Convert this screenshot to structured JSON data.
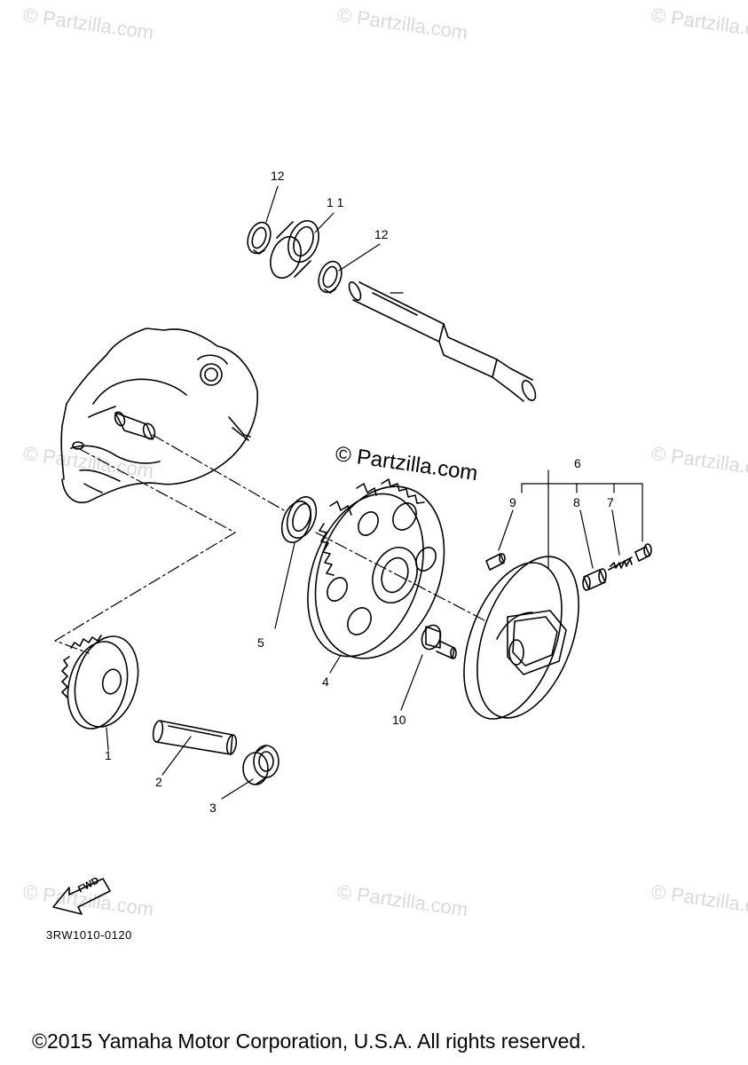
{
  "watermark": {
    "text": "© Partzilla.com"
  },
  "diagram": {
    "callouts": {
      "p1": "1",
      "p2": "2",
      "p3": "3",
      "p4": "4",
      "p5": "5",
      "p6": "6",
      "p7": "7",
      "p8": "8",
      "p9": "9",
      "p10": "10",
      "p11": "1 1",
      "p12a": "12",
      "p12b": "12"
    },
    "fwd_label": "FWD",
    "reference_code": "3RW1010-0120"
  },
  "footer": {
    "copyright": "©2015 Yamaha Motor Corporation, U.S.A. All rights reserved."
  }
}
